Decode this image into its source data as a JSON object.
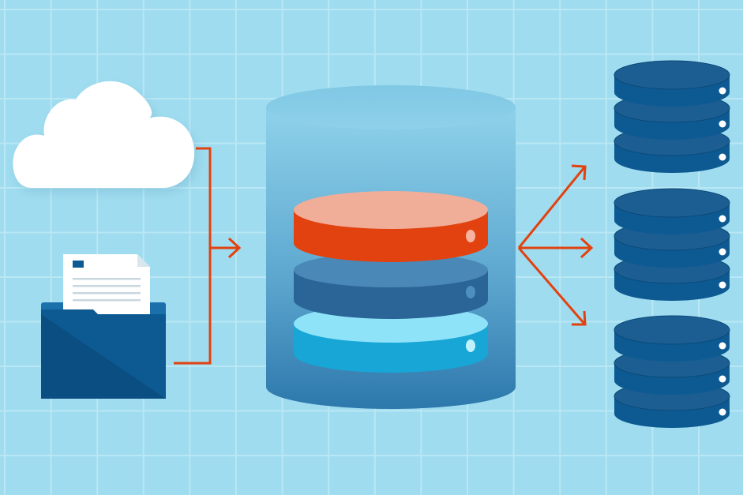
{
  "colors": {
    "background": "#9fdcef",
    "grid_line": "#b9e7f4",
    "accent_orange": "#e2420f",
    "accent_orange_top": "#f0ad98",
    "mid_blue": "#2b6496",
    "mid_blue_top": "#4a88b8",
    "cyan": "#17a6d6",
    "cyan_top": "#8ee3f8",
    "dark_navy": "#0d5a92",
    "dark_navy_top": "#1d5e92",
    "cloud": "#ffffff",
    "folder_front": "#0d5a92",
    "folder_back": "#1b70ab"
  },
  "icons": {
    "source_cloud": "cloud-icon",
    "source_folder": "folder-with-document-icon",
    "central_store": "database-icon",
    "target_servers": "server-stack-icon",
    "connectors": "arrow-icon"
  },
  "diagram": {
    "sources": [
      "cloud",
      "folder"
    ],
    "hub": "central-database",
    "targets": [
      "server-stack-1",
      "server-stack-2",
      "server-stack-3"
    ]
  }
}
